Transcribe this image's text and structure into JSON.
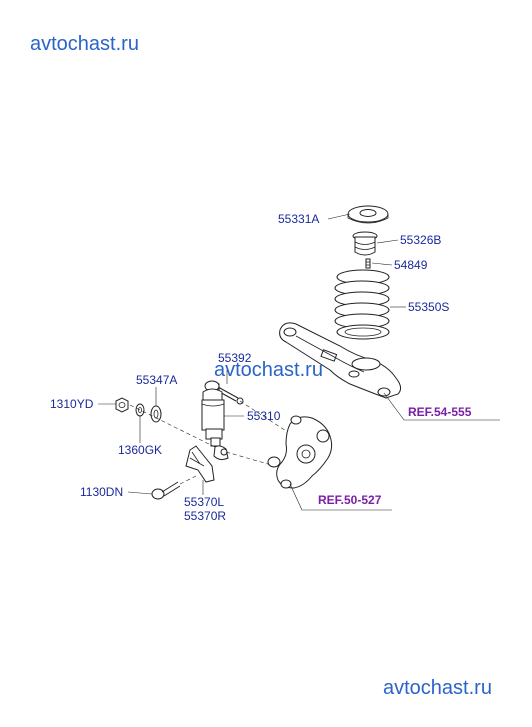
{
  "watermark_top": "avtochast.ru",
  "watermark_middle": "avtochast.ru",
  "watermark_bottom": "avtochast.ru",
  "parts": {
    "p55331A": "55331A",
    "p55326B": "55326B",
    "p54849": "54849",
    "p55350S": "55350S",
    "p55392": "55392",
    "p55347A": "55347A",
    "p55310": "55310",
    "p1310YD": "1310YD",
    "p1360GK": "1360GK",
    "p1130DN": "1130DN",
    "p55370L": "55370L",
    "p55370R": "55370R"
  },
  "refs": {
    "ref_54_555": "REF.54-555",
    "ref_50_527": "REF.50-527"
  },
  "colors": {
    "watermark": "#2a64c8",
    "label": "#1a2a9a",
    "ref": "#7a1fa8"
  }
}
